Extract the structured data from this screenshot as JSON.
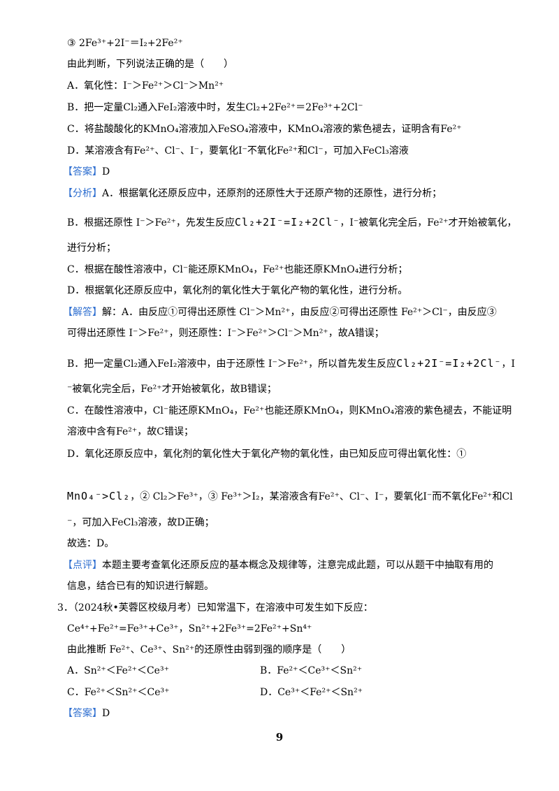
{
  "lines": [
    "③ 2Fe³⁺+2I⁻＝I₂+2Fe²⁺",
    "由此判断，下列说法正确的是（　　）",
    "A．氧化性：I⁻＞Fe²⁺＞Cl⁻＞Mn²⁺",
    "B．把一定量Cl₂通入FeI₂溶液中时，发生Cl₂+2Fe²⁺＝2Fe³⁺+2Cl⁻",
    "C．将盐酸酸化的KMnO₄溶液加入FeSO₄溶液中，KMnO₄溶液的紫色褪去，证明含有Fe²⁺",
    "D．某溶液含有Fe²⁺、Cl⁻、I⁻，要氧化I⁻不氧化Fe²⁺和Cl⁻，可加入FeCl₃溶液"
  ],
  "answer_1": {
    "tag": "【答案】",
    "text": "D"
  },
  "analysis": {
    "tag": "【分析】",
    "a": "A．根据氧化还原反应中，还原剂的还原性大于还原产物的还原性，进行分析；",
    "b_pre": "B．根据还原性 I⁻＞Fe²⁺，先发生反应",
    "b_eq": "Cl₂+2I⁻=I₂+2Cl⁻",
    "b_post": "，I⁻被氧化完全后，Fe²⁺才开始被氧化，",
    "b_cont": "进行分析；",
    "c": "C．根据在酸性溶液中，Cl⁻能还原KMnO₄，Fe²⁺也能还原KMnO₄进行分析；",
    "d": "D．根据氧化还原反应中，氧化剂的氧化性大于氧化产物的氧化性，进行分析。"
  },
  "solution": {
    "tag": "【解答】",
    "a1": "解：A．由反应①可得出还原性 Cl⁻＞Mn²⁺，由反应②可得出还原性 Fe²⁺＞Cl⁻，由反应③",
    "a2": "可得出还原性 I⁻＞Fe²⁺，则还原性：I⁻＞Fe²⁺＞Cl⁻＞Mn²⁺，故A错误；",
    "b1_pre": "B．把一定量Cl₂通入FeI₂溶液中，由于还原性 I⁻＞Fe²⁺，所以首先发生反应",
    "b1_eq": "Cl₂+2I⁻=I₂+2Cl⁻",
    "b1_post": "，I",
    "b2": "⁻被氧化完全后，Fe²⁺才开始被氧化，故B错误；",
    "c1": "C．在酸性溶液中，Cl⁻能还原KMnO₄，Fe²⁺也能还原KMnO₄，则KMnO₄溶液的紫色褪去，不能证明",
    "c2": "溶液中含有Fe²⁺，故C错误；",
    "d1": "D．氧化还原反应中，氧化剂的氧化性大于氧化产物的氧化性，由已知反应可得出氧化性：①",
    "d2_eq": "MnO₄⁻>Cl₂",
    "d2_post": "，② Cl₂＞Fe³⁺，③ Fe³⁺＞I₂，某溶液含有Fe²⁺、Cl⁻、I⁻，要氧化I⁻而不氧化Fe²⁺和Cl",
    "d3": "⁻，可加入FeCl₃溶液，故D正确；",
    "choice": "故选：D。"
  },
  "comment": {
    "tag": "【点评】",
    "l1": "本题主要考查氧化还原反应的基本概念及规律等，注意完成此题，可以从题干中抽取有用的",
    "l2": "信息，结合已有的知识进行解题。"
  },
  "q3": {
    "stem": "3．（2024秋•芙蓉区校级月考）已知常温下，在溶液中可发生如下反应：",
    "reactions": "Ce⁴⁺+Fe²⁺=Fe³⁺+Ce³⁺，Sn²⁺+2Fe³⁺=2Fe²⁺+Sn⁴⁺",
    "question": "由此推断 Fe²⁺、Ce³⁺、Sn²⁺的还原性由弱到强的顺序是（　　）",
    "opt_a": "A．Sn²⁺＜Fe²⁺＜Ce³⁺",
    "opt_b": "B．Fe²⁺＜Ce³⁺＜Sn²⁺",
    "opt_c": "C．Fe²⁺＜Sn²⁺＜Ce³⁺",
    "opt_d": "D．Ce³⁺＜Fe²⁺＜Sn²⁺",
    "answer_tag": "【答案】",
    "answer": "D"
  },
  "page_number": "9"
}
